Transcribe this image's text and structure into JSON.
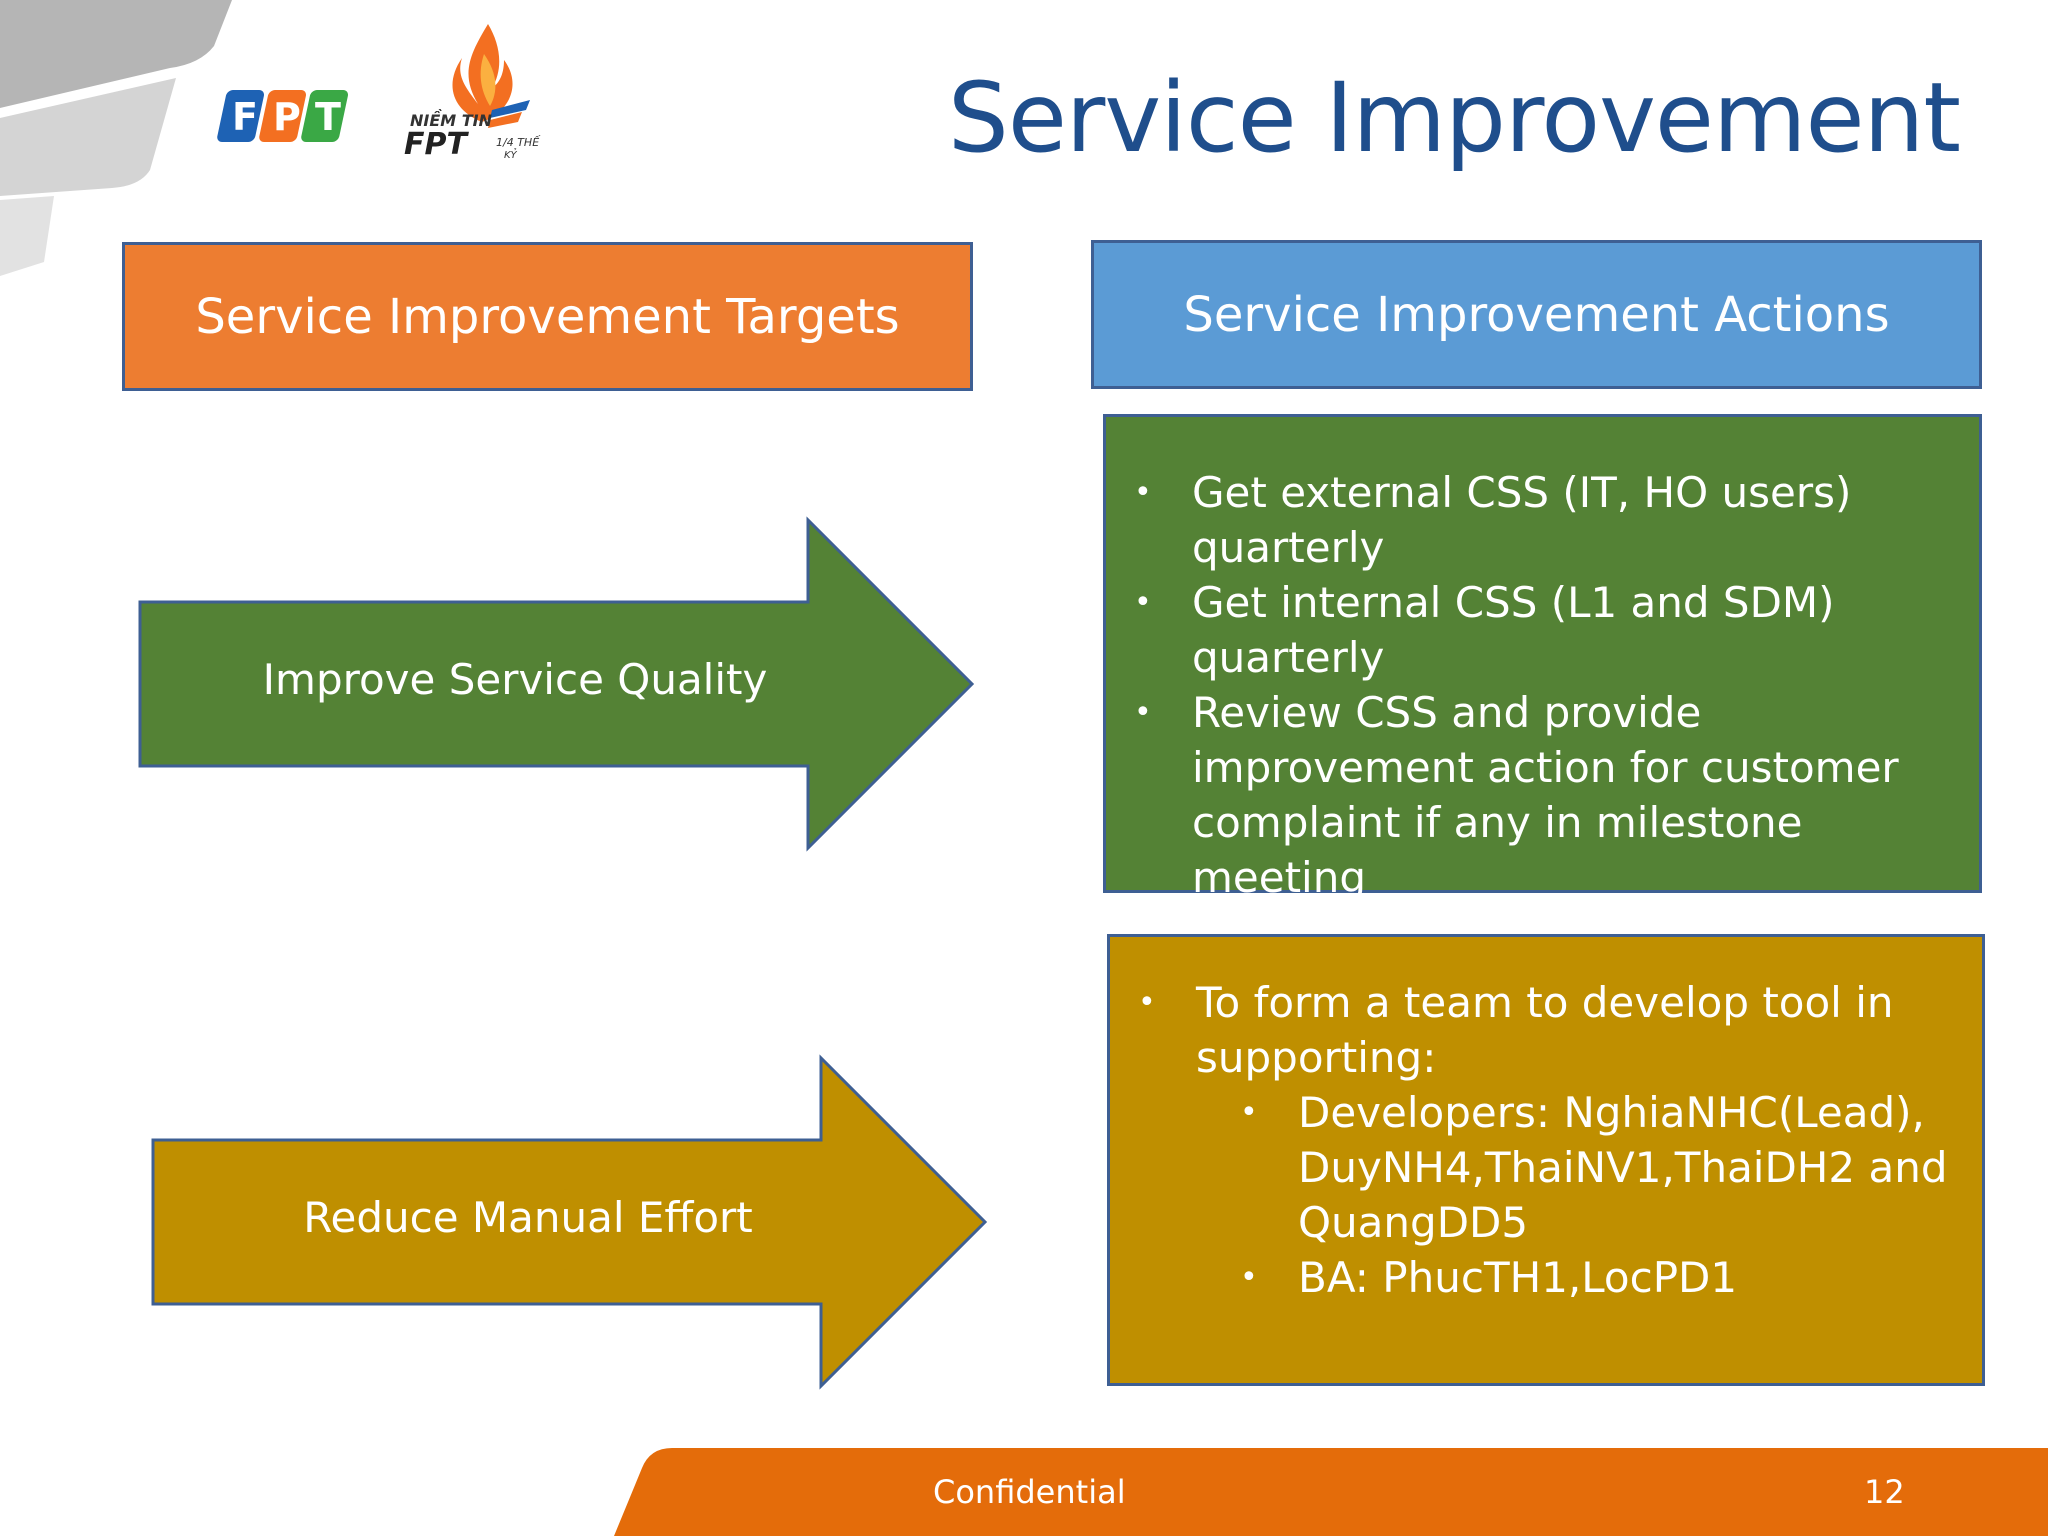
{
  "header": {
    "title": "Service Improvement"
  },
  "logos": {
    "fpt": "FPT",
    "niemtin_top": "NIỀM TIN",
    "niemtin_bottom": "FPT",
    "niemtin_tag": "1/4 THẾ KỶ"
  },
  "columns": {
    "targets_heading": "Service Improvement Targets",
    "actions_heading": "Service Improvement Actions"
  },
  "targets": [
    {
      "label": "Improve Service Quality"
    },
    {
      "label": "Reduce Manual Effort"
    }
  ],
  "actions": {
    "quality": [
      "Get external CSS (IT, HO users) quarterly",
      "Get internal CSS (L1 and SDM) quarterly",
      "Review CSS and provide improvement action for customer complaint if any in milestone meeting"
    ],
    "effort": {
      "intro": "To form a team to develop tool in supporting:",
      "items": [
        "Developers: NghiaNHC(Lead), DuyNH4,ThaiNV1,ThaiDH2 and QuangDD5",
        "BA: PhucTH1,LocPD1"
      ]
    }
  },
  "footer": {
    "label": "Confidential",
    "page": "12"
  },
  "colors": {
    "title": "#1f4e8c",
    "targets_heading": "#ed7d31",
    "actions_heading": "#5b9bd5",
    "quality": "#548235",
    "effort": "#bf8f00",
    "footer": "#e46c0a"
  }
}
